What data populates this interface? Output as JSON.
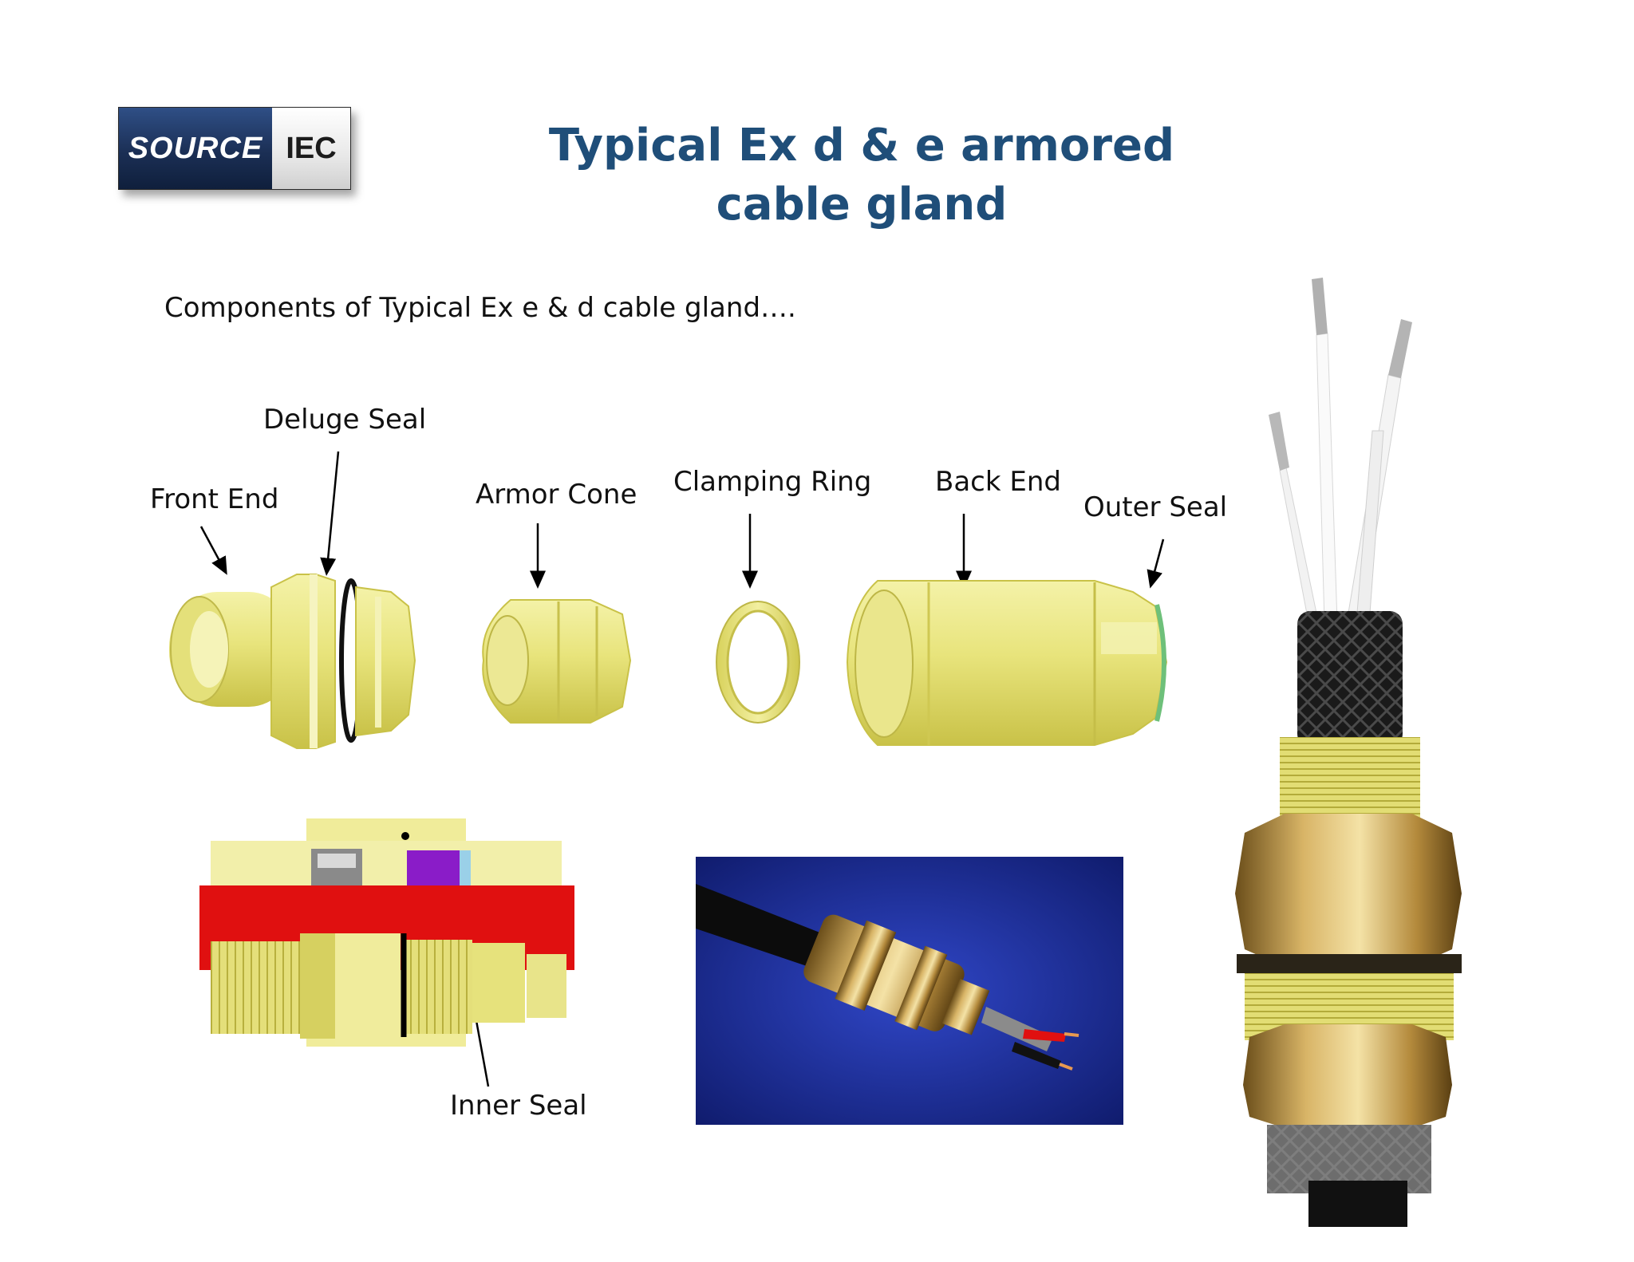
{
  "logo": {
    "left_text": "SOURCE",
    "right_text": "IEC"
  },
  "title": {
    "line1": "Typical Ex d & e armored",
    "line2": "cable gland"
  },
  "subtitle": "Components of Typical Ex e & d cable gland….",
  "labels": {
    "deluge_seal": "Deluge Seal",
    "front_end": "Front End",
    "armor_cone": "Armor Cone",
    "clamping_ring": "Clamping Ring",
    "back_end": "Back End",
    "outer_seal": "Outer Seal",
    "inner_seal": "Inner Seal"
  },
  "colors": {
    "title": "#1f4e79",
    "brass": "#e6e27a",
    "cable_red": "#e01010",
    "seal_purple": "#8a1cc8",
    "photo_blue": "#1a2a8c"
  }
}
